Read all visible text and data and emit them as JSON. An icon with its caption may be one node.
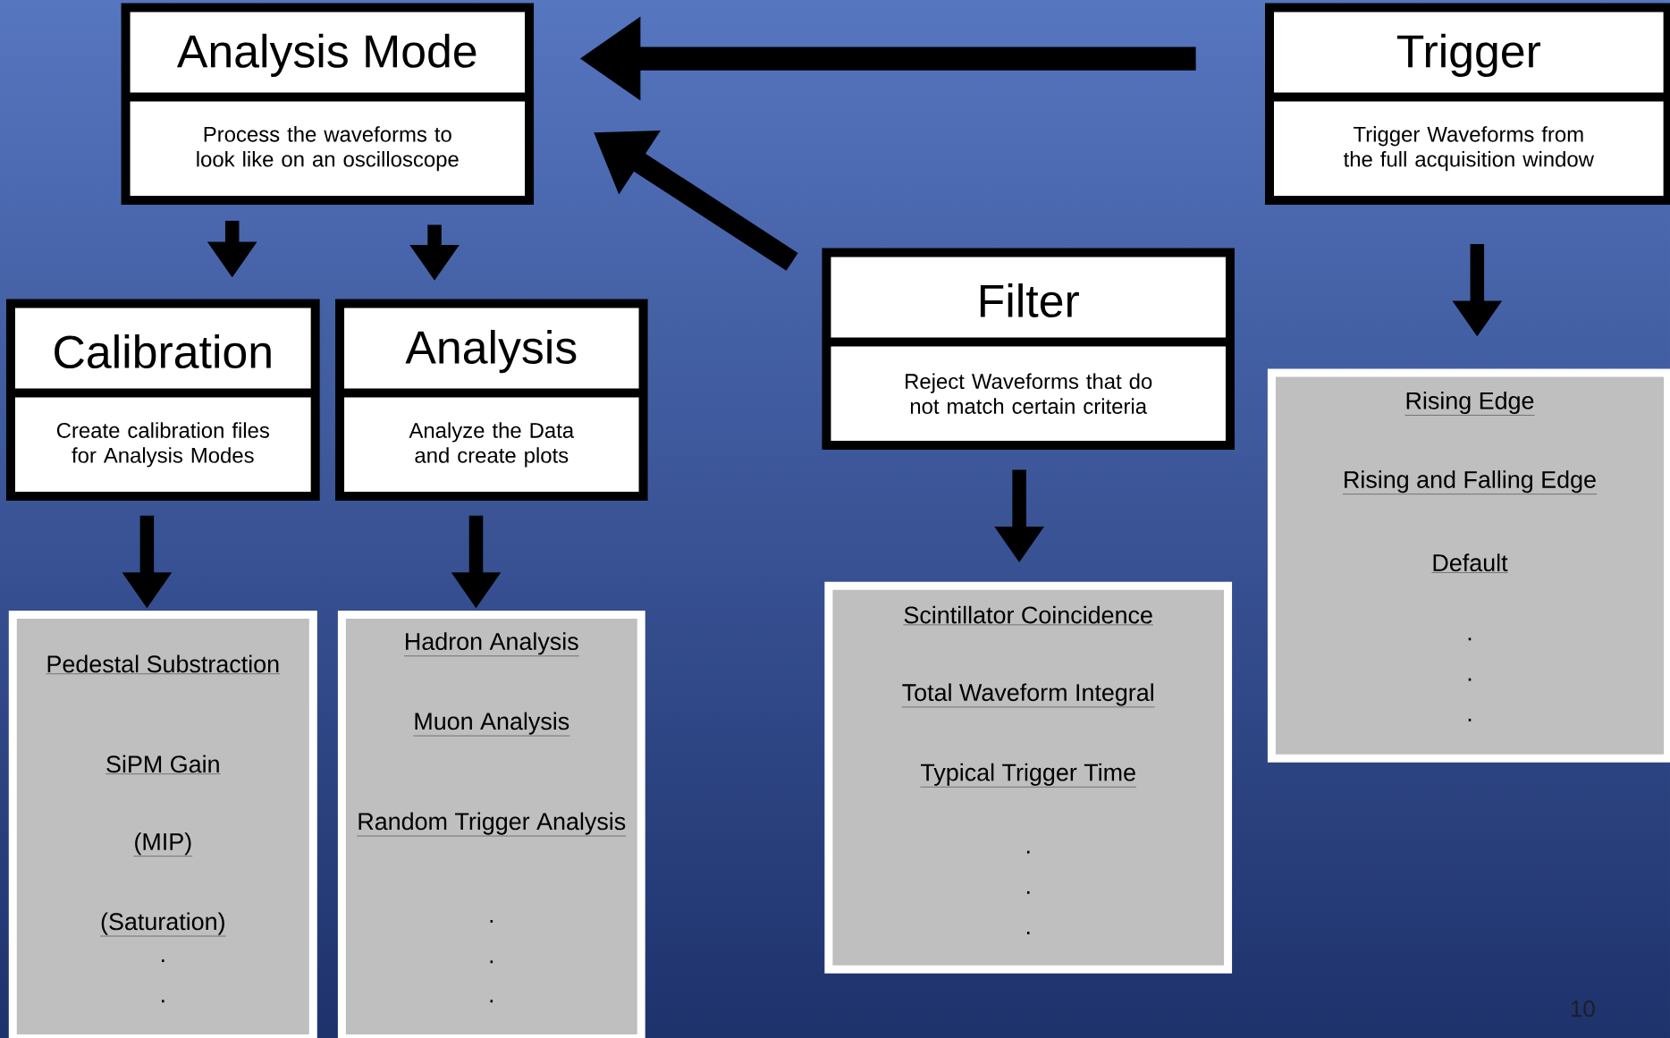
{
  "diagram": {
    "nodes": [
      {
        "text": [
          "Analysis Mode",
          "Process the waveforms to look like on an oscilloscope"
        ]
      },
      {
        "text": [
          "Trigger",
          "Trigger Waveforms from the full acquisition window"
        ]
      },
      {
        "text": [
          "Calibration",
          "Create calibration files for Analysis Modes"
        ]
      },
      {
        "text": [
          "Analysis",
          "Analyze the Data and create plots"
        ]
      },
      {
        "text": [
          "Filter",
          "Reject Waveforms that do not match certain criteria"
        ]
      },
      {
        "text": [
          "Pedestal Substraction",
          "SiPM Gain",
          "(MIP)",
          "(Saturation)",
          ".",
          "."
        ]
      },
      {
        "text": [
          "Hadron Analysis",
          "Muon Analysis",
          "Random Trigger Analysis",
          ".",
          ".",
          "."
        ]
      },
      {
        "text": [
          "Scintillator Coincidence",
          "Total Waveform Integral",
          "Typical Trigger Time",
          ".",
          ".",
          "."
        ]
      },
      {
        "text": [
          "Rising Edge",
          "Rising and Falling Edge",
          "Default",
          ".",
          ".",
          "."
        ]
      }
    ],
    "edges": [
      {
        "from": 1,
        "to": 0,
        "arrow": "to"
      },
      {
        "from": 4,
        "to": 0,
        "arrow": "to"
      },
      {
        "from": 0,
        "to": 2,
        "arrow": "to"
      },
      {
        "from": 0,
        "to": 3,
        "arrow": "to"
      },
      {
        "from": 2,
        "to": 5,
        "arrow": "to"
      },
      {
        "from": 3,
        "to": 6,
        "arrow": "to"
      },
      {
        "from": 4,
        "to": 7,
        "arrow": "to"
      },
      {
        "from": 1,
        "to": 8,
        "arrow": "to"
      }
    ],
    "labels": [
      "10"
    ]
  }
}
